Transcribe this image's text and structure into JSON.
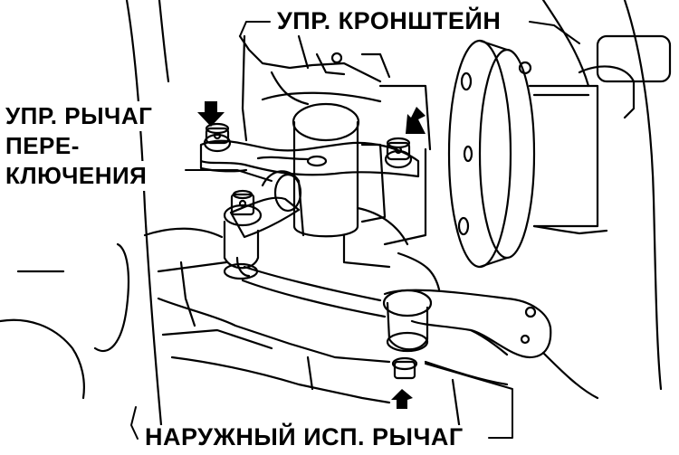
{
  "labels": {
    "top": "УПР. КРОНШТЕЙН",
    "left_line1": "УПР. РЫЧАГ",
    "left_line2": "ПЕРЕ-",
    "left_line3": "КЛЮЧЕНИЯ",
    "bottom": "НАРУЖНЫЙ ИСП. РЫЧАГ"
  }
}
